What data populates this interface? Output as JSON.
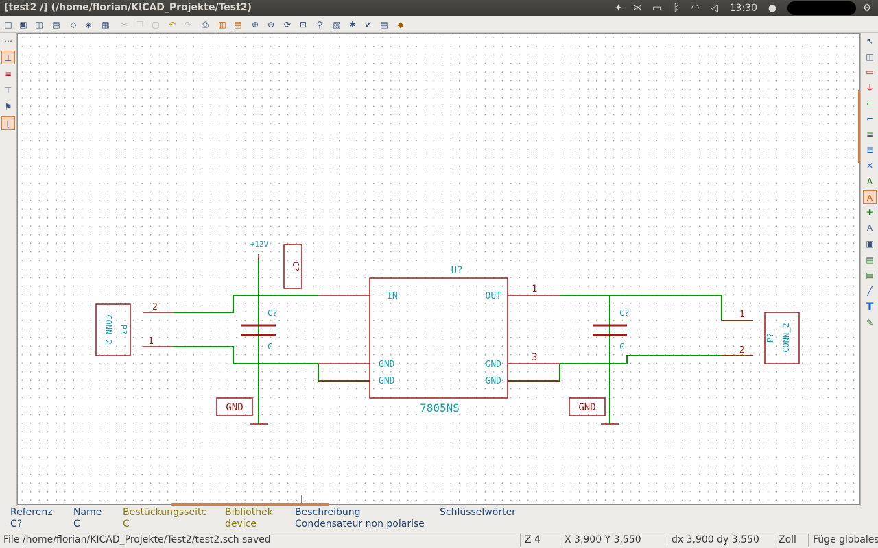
{
  "window": {
    "title": "[test2 /] (/home/florian/KICAD_Projekte/Test2)",
    "clock": "13:30"
  },
  "schematic": {
    "power_label": "+12V",
    "ic_reference": "U?",
    "ic_value": "7805NS",
    "ic_pin_in": "IN",
    "ic_pin_out": "OUT",
    "ic_pin_gnd": "GND",
    "cap_reference": "C?",
    "cap_value": "C",
    "conn_reference": "P?",
    "conn_value": "CONN_2",
    "gnd_label": "GND",
    "pin_numbers": [
      "1",
      "2",
      "1",
      "2",
      "3"
    ]
  },
  "info": {
    "ref_label": "Referenz",
    "ref_value": "C?",
    "name_label": "Name",
    "name_value": "C",
    "side_label": "Bestückungsseite",
    "side_value": "C",
    "lib_label": "Bibliothek",
    "lib_value": "device",
    "desc_label": "Beschreibung",
    "desc_value": "Condensateur non polarise",
    "kw_label": "Schlüsselwörter",
    "kw_value": ""
  },
  "status": {
    "message": "File /home/florian/KICAD_Projekte/Test2/test2.sch saved",
    "zoom": "Z 4",
    "cursor": "X 3,900  Y 3,550",
    "delta": "dx 3,900  dy 3,550",
    "units": "Zoll",
    "mode": "Füge globales"
  },
  "colors": {
    "wire": "#009900",
    "component": "#a01818",
    "text": "#16a0a8",
    "accent": "#e07c3c"
  }
}
